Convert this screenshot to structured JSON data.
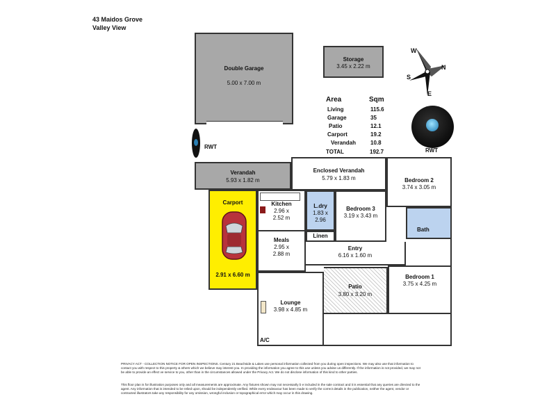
{
  "header": {
    "address": "43 Maidos Grove",
    "suburb": "Valley View"
  },
  "rooms": {
    "garage": {
      "name": "Double Garage",
      "dims": "5.00 x 7.00 m"
    },
    "storage": {
      "name": "Storage",
      "dims": "3.45 x 2.22 m"
    },
    "verandah": {
      "name": "Verandah",
      "dims": "5.93 x 1.82 m"
    },
    "enclosed_verandah": {
      "name": "Enclosed Verandah",
      "dims": "5.79 x 1.83 m"
    },
    "bedroom2": {
      "name": "Bedroom 2",
      "dims": "3.74 x 3.05 m"
    },
    "carport": {
      "name": "Carport",
      "dims": "2.91 x 6.60 m"
    },
    "kitchen": {
      "name": "Kitchen",
      "dims_line1": "2.96 x",
      "dims_line2": "2.52 m"
    },
    "laundry": {
      "name": "L.dry",
      "dims_line1": "1.83 x",
      "dims_line2": "2.96"
    },
    "linen": {
      "name": "Linen"
    },
    "bedroom3": {
      "name": "Bedroom 3",
      "dims": "3.19 x 3.43 m"
    },
    "bath": {
      "name": "Bath"
    },
    "meals": {
      "name": "Meals",
      "dims_line1": "2.95 x",
      "dims_line2": "2.88 m"
    },
    "entry": {
      "name": "Entry",
      "dims": "6.16 x 1.60 m"
    },
    "bedroom1": {
      "name": "Bedroom 1",
      "dims": "3.75 x 4.25 m"
    },
    "lounge": {
      "name": "Lounge",
      "dims": "3.98 x 4.85 m"
    },
    "patio": {
      "name": "Patio",
      "dims": "3.80 x 3.20 m"
    },
    "ac": {
      "name": "A/C"
    }
  },
  "rwt_labels": [
    "RWT",
    "RWT"
  ],
  "compass": {
    "n": "N",
    "s": "S",
    "e": "E",
    "w": "W"
  },
  "area_table": {
    "title": "Area",
    "unit": "Sqm",
    "rows": [
      {
        "label": "Living",
        "value": "115.6"
      },
      {
        "label": "Garage",
        "value": "35"
      },
      {
        "label": "Patio",
        "value": "12.1"
      },
      {
        "label": "Carport",
        "value": "19.2"
      },
      {
        "label": "Verandah",
        "value": "10.8"
      }
    ],
    "total_label": "TOTAL",
    "total_value": "192.7"
  },
  "notices": {
    "privacy": "PRIVACY ACT - COLLECTION NOTICE FOR OPEN INSPECTIONS. Century 21 Beachside & Lakes use personal information collected from you during open inspections. We may also use that information to contact you with respect to this property & others which we believe may interest you. In providing the information you agree to this use unless you advise us differently. If the information is not provided, we may not be able to provide an effect ve service to you, other than in the circumstances allowed under the Privacy Act. We do not disclose information of this kind to other parties.",
    "disclaimer": "This floor plan is for illustration purposes only and all measurements are approximate. Any fixtures shown may not necessarily b e included in the sale contract and it is essential that any queries are directed to the agent. Any information that is intended to be relied upon, should be independently verified. While every endeavour has been made to verify the correct details in the publication, neither the agent, vendor or contracted illustrators take any responsibility for any omission, wrongful inclusion or topographical error which may occur in this drawing."
  },
  "colors": {
    "roof_grey": "#a8a8a8",
    "carport_yellow": "#ffee00",
    "wet_area_blue": "#bcd3ef",
    "wall": "#333333"
  }
}
